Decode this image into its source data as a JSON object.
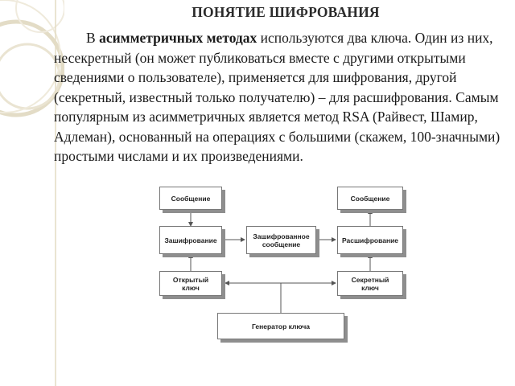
{
  "title": "ПОНЯТИЕ ШИФРОВАНИЯ",
  "paragraph": {
    "intro": "В ",
    "term": "асимметричных методах",
    "rest": " используются два ключа. Один из них, несекретный (он может публиковаться вместе с другими открытыми сведениями о пользователе), применяется для шифрования, другой (секретный, известный только получателю) – для расшифрования. Самым популярным из асимметричных является метод RSA (Райвест, Шамир, Адлеман), основанный на операциях с большими (скажем, 100-значными) простыми числами и их произведениями."
  },
  "diagram": {
    "message_left": "Сообщение",
    "encryption": "Зашифрование",
    "public_key": "Открытый\nключ",
    "encrypted_message": "Зашифрованное\nсообщение",
    "message_right": "Сообщение",
    "decryption": "Расшифрование",
    "secret_key": "Секретный\nключ",
    "key_generator": "Генератор ключа"
  }
}
